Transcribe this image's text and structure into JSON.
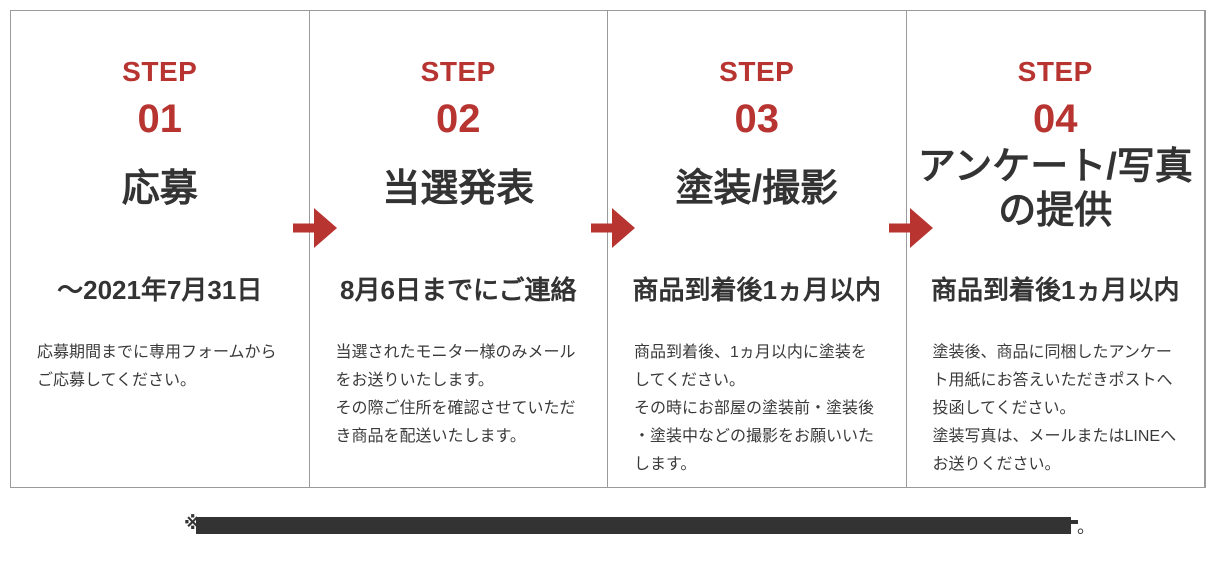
{
  "colors": {
    "accent": "#b73431",
    "heading_text": "#333333",
    "body_text": "#3a3a3a",
    "border": "#9b9b9b",
    "redaction_bar": "#333333"
  },
  "steps": [
    {
      "label": "STEP",
      "number": "01",
      "title": "応募",
      "deadline": "～2021年7月31日",
      "description": "応募期間までに専用フォームから\nご応募してください。"
    },
    {
      "label": "STEP",
      "number": "02",
      "title": "当選発表",
      "deadline": "8月6日までにご連絡",
      "description": "当選されたモニター様のみメール\nをお送りいたします。\nその際ご住所を確認させていただ\nき商品を配送いたします。"
    },
    {
      "label": "STEP",
      "number": "03",
      "title": "塗装/撮影",
      "deadline": "商品到着後1ヵ月以内",
      "description": "商品到着後、1ヵ月以内に塗装を\nしてください。\nその時にお部屋の塗装前・塗装後\n・塗装中などの撮影をお願いいた\nします。"
    },
    {
      "label": "STEP",
      "number": "04",
      "title": "アンケート/写真\nの提供",
      "deadline": "商品到着後1ヵ月以内",
      "description": "塗装後、商品に同梱したアンケー\nト用紙にお答えいただきポストへ\n投函してください。\n塗装写真は、メールまたはLINEへ\nお送りください。"
    }
  ],
  "footnote": {
    "prefix": "※",
    "suffix": "。"
  }
}
